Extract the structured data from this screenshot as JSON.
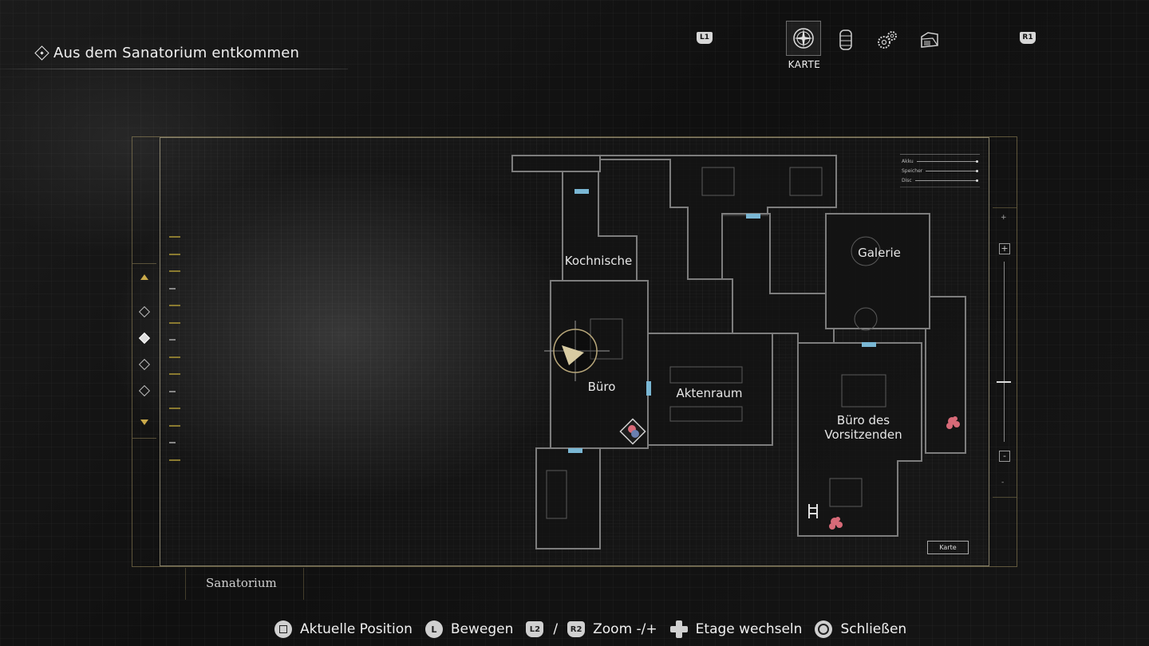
{
  "objective": {
    "text": "Aus dem Sanatorium entkommen"
  },
  "top_nav": {
    "left_shoulder": "L1",
    "right_shoulder": "R1",
    "active_tab_label": "KARTE",
    "tabs": [
      {
        "icon": "compass-icon",
        "active": true
      },
      {
        "icon": "inventory-icon",
        "active": false
      },
      {
        "icon": "gears-icon",
        "active": false
      },
      {
        "icon": "files-icon",
        "active": false
      }
    ]
  },
  "map": {
    "area_name": "Sanatorium",
    "rooms": {
      "kochnische": "Kochnische",
      "buero": "Büro",
      "aktenraum": "Aktenraum",
      "galerie": "Galerie",
      "buero_vorsitzenden_1": "Büro des",
      "buero_vorsitzenden_2": "Vorsitzenden"
    },
    "legend": [
      "Akku",
      "Speicher",
      "Disc"
    ],
    "karte_button": "Karte",
    "zoom_plus": "+",
    "zoom_minus": "-",
    "zoom_box_plus": "+",
    "zoom_box_minus": "-",
    "door_color": "#7ab7d4",
    "item_color": "#d86a78"
  },
  "controls": {
    "position_glyph": "",
    "position_label": "Aktuelle Position",
    "move_glyph": "L",
    "move_label": "Bewegen",
    "zoom_glyph_l2": "L2",
    "zoom_slash": "/",
    "zoom_glyph_r2": "R2",
    "zoom_label": "Zoom -/+",
    "floor_label": "Etage wechseln",
    "close_label": "Schließen"
  }
}
